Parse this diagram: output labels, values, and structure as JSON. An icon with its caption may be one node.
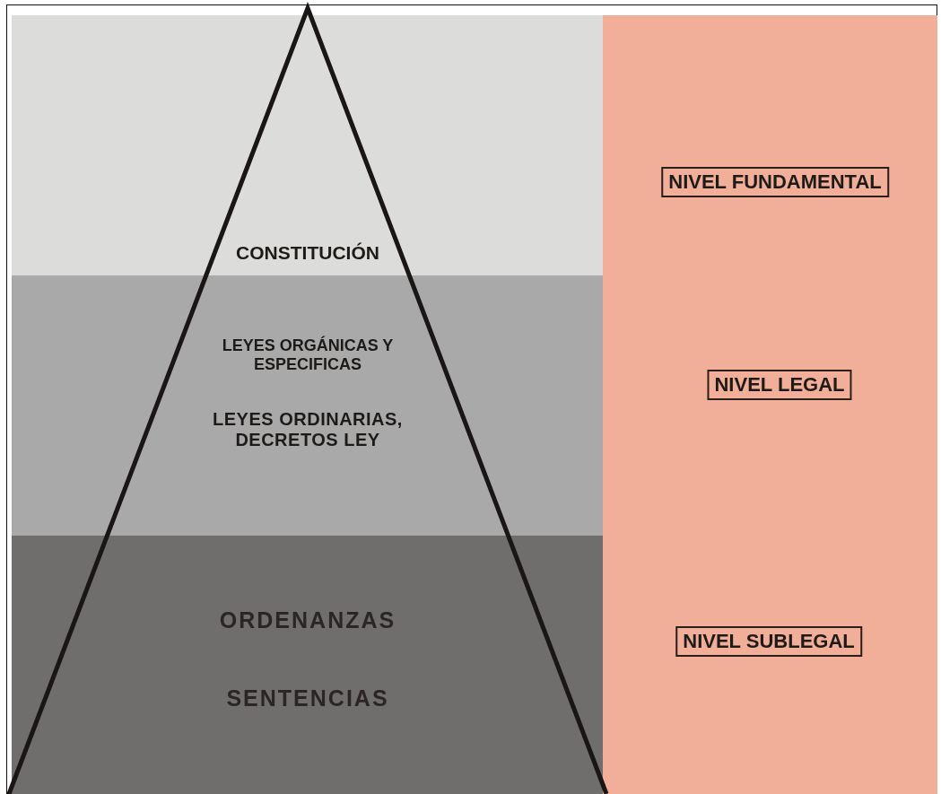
{
  "diagram": {
    "nodes": [
      {
        "text": [
          "CONSTITUCIÓN"
        ]
      },
      {
        "text": [
          "LEYES ORGÁNICAS Y ESPECIFICAS",
          "LEYES ORDINARIAS, DECRETOS LEY"
        ]
      },
      {
        "text": [
          "ORDENANZAS",
          "SENTENCIAS"
        ]
      },
      {
        "text": [
          "NIVEL FUNDAMENTAL"
        ]
      },
      {
        "text": [
          "NIVEL LEGAL"
        ]
      },
      {
        "text": [
          "NIVEL SUBLEGAL"
        ]
      }
    ],
    "edges": []
  }
}
